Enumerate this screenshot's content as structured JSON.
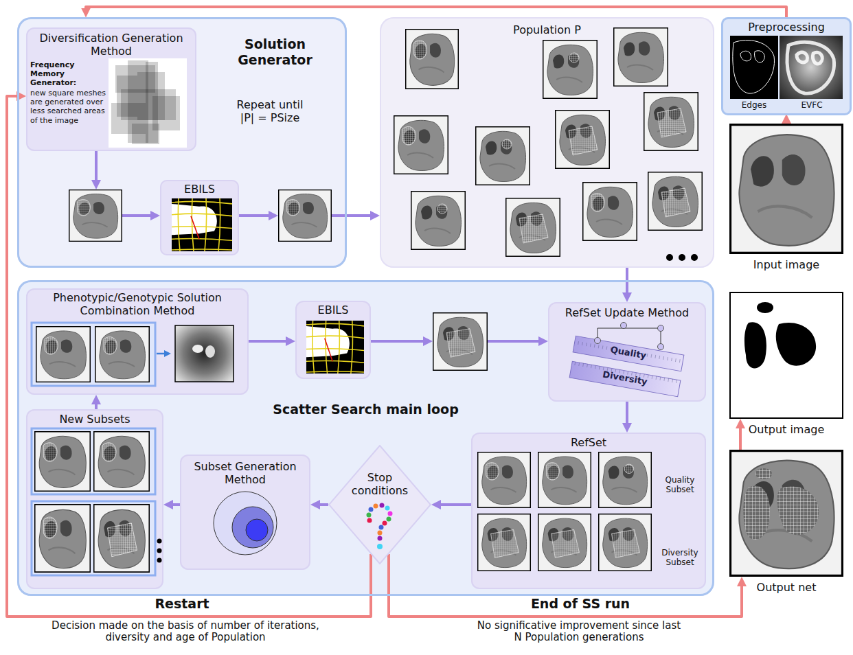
{
  "diagram": {
    "nodes": [
      {
        "text": [
          "Solution Generator",
          "Repeat until |P| = PSize"
        ]
      },
      {
        "text": [
          "Diversification Generation Method",
          "Frequency Memory Generator:",
          "new square meshes are generated over less searched areas of the image"
        ],
        "in": 0
      },
      {
        "text": [
          "EBILS"
        ],
        "in": 0
      },
      {
        "text": [
          "Population P"
        ]
      },
      {
        "text": [
          "Preprocessing",
          "Edges",
          "EVFC"
        ]
      },
      {
        "text": [
          "Input image"
        ]
      },
      {
        "text": [
          "Scatter Search main loop"
        ]
      },
      {
        "text": [
          "Phenotypic/Genotypic Solution Combination Method"
        ],
        "in": 6
      },
      {
        "text": [
          "EBILS"
        ],
        "in": 6
      },
      {
        "text": [
          "RefSet Update Method",
          "Quality",
          "Diversity"
        ],
        "in": 6
      },
      {
        "text": [
          "RefSet",
          "Quality Subset",
          "Diversity Subset"
        ],
        "in": 6
      },
      {
        "text": [
          "Stop conditions"
        ],
        "in": 6
      },
      {
        "text": [
          "Subset Generation Method"
        ],
        "in": 6
      },
      {
        "text": [
          "New Subsets"
        ],
        "in": 6
      },
      {
        "text": [
          "Output image"
        ]
      },
      {
        "text": [
          "Output net"
        ]
      }
    ],
    "edges": [
      {
        "from": 4,
        "to": 0,
        "arrow": "to"
      },
      {
        "from": 5,
        "to": 4,
        "arrow": "to"
      },
      {
        "from": 1,
        "to": 2,
        "arrow": "to"
      },
      {
        "from": 2,
        "to": 3,
        "arrow": "to"
      },
      {
        "from": 3,
        "to": 9,
        "arrow": "to"
      },
      {
        "from": 7,
        "to": 8,
        "arrow": "to"
      },
      {
        "from": 8,
        "to": 9,
        "arrow": "to"
      },
      {
        "from": 9,
        "to": 10,
        "arrow": "to"
      },
      {
        "from": 10,
        "to": 11,
        "arrow": "to"
      },
      {
        "from": 11,
        "to": 12,
        "arrow": "to"
      },
      {
        "from": 12,
        "to": 13,
        "arrow": "to"
      },
      {
        "from": 13,
        "to": 7,
        "arrow": "to"
      },
      {
        "from": 11,
        "to": 1,
        "label": "Restart",
        "arrow": "to"
      },
      {
        "from": 11,
        "to": 15,
        "label": "End of SS run",
        "arrow": "to"
      },
      {
        "from": 15,
        "to": 14,
        "arrow": "to"
      }
    ],
    "labels": [
      "Decision made on the basis of number of iterations, diversity and age of Population",
      "No significative improvement since last N Population generations"
    ]
  }
}
